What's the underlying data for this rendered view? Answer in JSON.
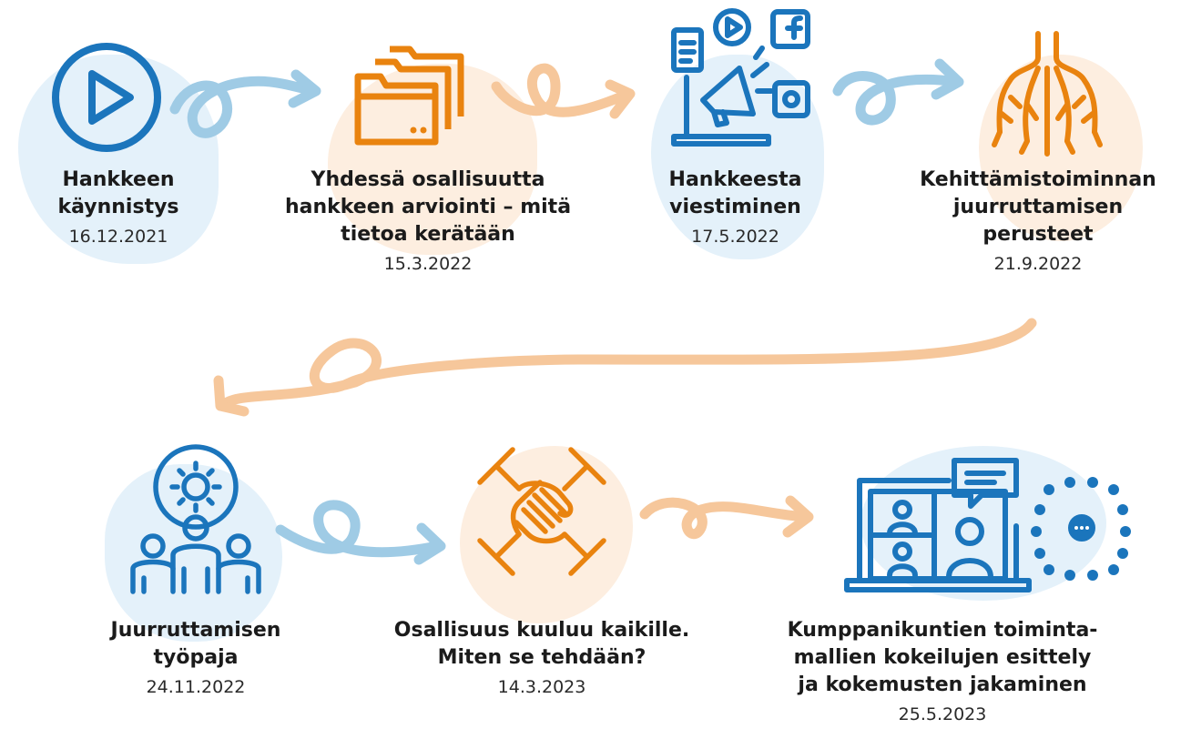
{
  "colors": {
    "blue": "#1b75bc",
    "orange": "#e9830f",
    "light_blue": "#9fcbe5",
    "light_orange": "#f6c79b",
    "blob_blue": "#e4f1fa",
    "blob_orange": "#fdeee0"
  },
  "steps": [
    {
      "title": "Hankkeen\nkäynnistys",
      "date": "16.12.2021",
      "icon": "play-icon"
    },
    {
      "title": "Yhdessä osallisuutta\nhankkeen arviointi – mitä\ntietoa kerätään",
      "date": "15.3.2022",
      "icon": "folders-icon"
    },
    {
      "title": "Hankkeesta\nviestiminen",
      "date": "17.5.2022",
      "icon": "megaphone-laptop-icon"
    },
    {
      "title": "Kehittämistoiminnan\njuurruttamisen\nperusteet",
      "date": "21.9.2022",
      "icon": "roots-icon"
    },
    {
      "title": "Juurruttamisen\ntyöpaja",
      "date": "24.11.2022",
      "icon": "team-gear-icon"
    },
    {
      "title": "Osallisuus kuuluu kaikille.\nMiten se  tehdään?",
      "date": "14.3.2023",
      "icon": "joined-hands-icon"
    },
    {
      "title": "Kumppanikuntien toiminta-\nmallien kokeilujen esittely\nja kokemusten jakaminen",
      "date": "25.5.2023",
      "icon": "video-meeting-icon"
    }
  ]
}
